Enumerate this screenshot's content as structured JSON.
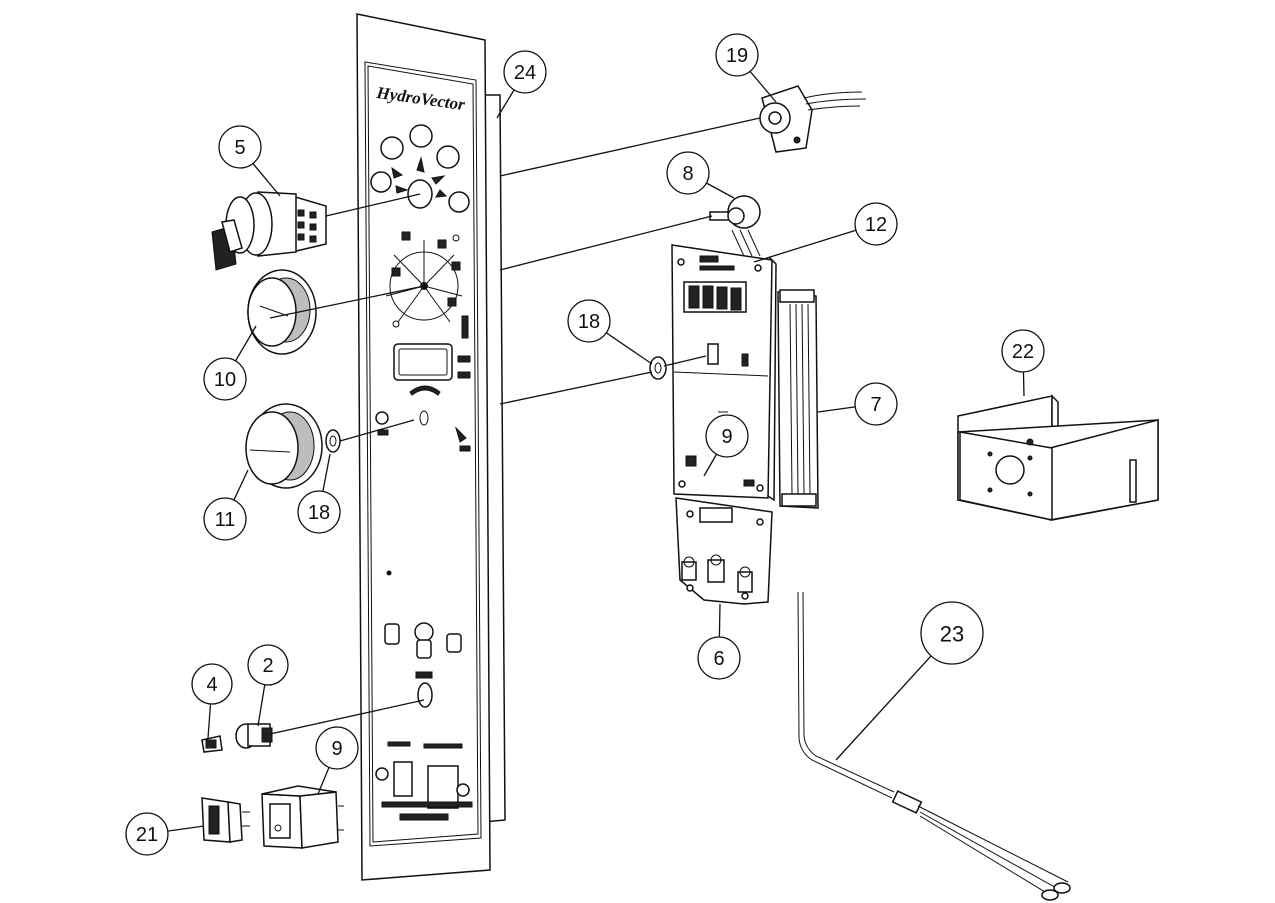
{
  "diagram": {
    "callouts": [
      {
        "id": "c24",
        "label": "24"
      },
      {
        "id": "c19",
        "label": "19"
      },
      {
        "id": "c5",
        "label": "5"
      },
      {
        "id": "c8",
        "label": "8"
      },
      {
        "id": "c12",
        "label": "12"
      },
      {
        "id": "c18a",
        "label": "18"
      },
      {
        "id": "c22",
        "label": "22"
      },
      {
        "id": "c10",
        "label": "10"
      },
      {
        "id": "c7",
        "label": "7"
      },
      {
        "id": "c9a",
        "label": "9"
      },
      {
        "id": "c11",
        "label": "11"
      },
      {
        "id": "c18b",
        "label": "18"
      },
      {
        "id": "c6",
        "label": "6"
      },
      {
        "id": "c23",
        "label": "23"
      },
      {
        "id": "c4",
        "label": "4"
      },
      {
        "id": "c2",
        "label": "2"
      },
      {
        "id": "c9b",
        "label": "9"
      },
      {
        "id": "c21",
        "label": "21"
      }
    ],
    "panel_logo": "HydroVector"
  }
}
